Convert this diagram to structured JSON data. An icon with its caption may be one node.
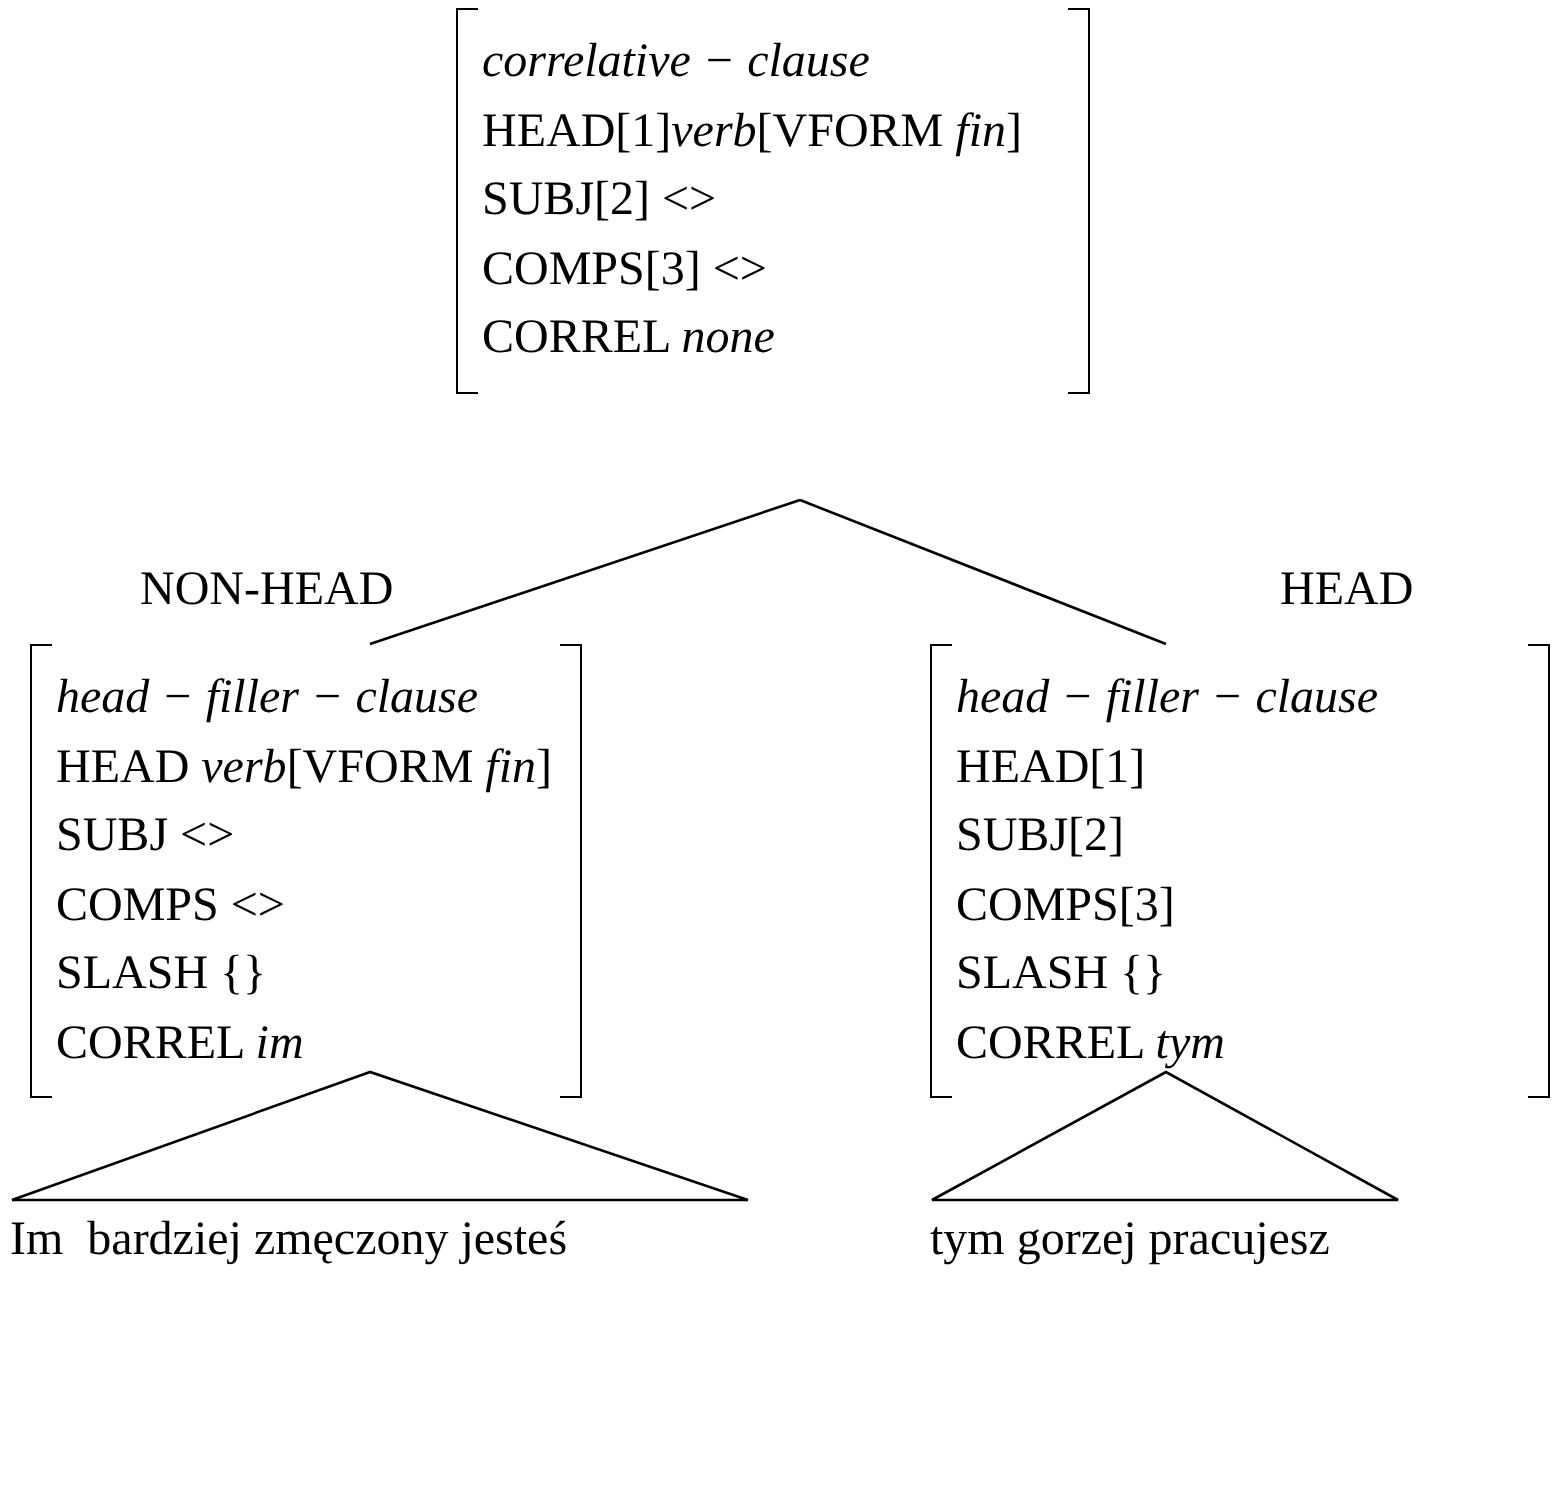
{
  "diagram": {
    "nodes": [
      {
        "text": [
          "correlative − clause",
          "HEAD[1]*verb*[VFORM *fin*]",
          "SUBJ[2] <>",
          "COMPS[3] <>",
          "CORREL *none*"
        ]
      },
      {
        "text": [
          "head − filler − clause",
          "HEAD *verb*[VFORM *fin*]",
          "SUBJ <>",
          "COMPS <>",
          "SLASH {}",
          "CORREL *im*"
        ]
      },
      {
        "text": [
          "head − filler − clause",
          "HEAD[1]",
          "SUBJ[2]",
          "COMPS[3]",
          "SLASH {}",
          "CORREL *tym*"
        ]
      },
      {
        "text": [
          "Im  bardziej zmęczony jesteś"
        ]
      },
      {
        "text": [
          "tym gorzej pracujesz"
        ]
      }
    ],
    "edges": [
      {
        "from": 0,
        "to": 1,
        "arrow": "none",
        "label": "NON-HEAD"
      },
      {
        "from": 0,
        "to": 2,
        "arrow": "none",
        "label": "HEAD"
      }
    ]
  }
}
